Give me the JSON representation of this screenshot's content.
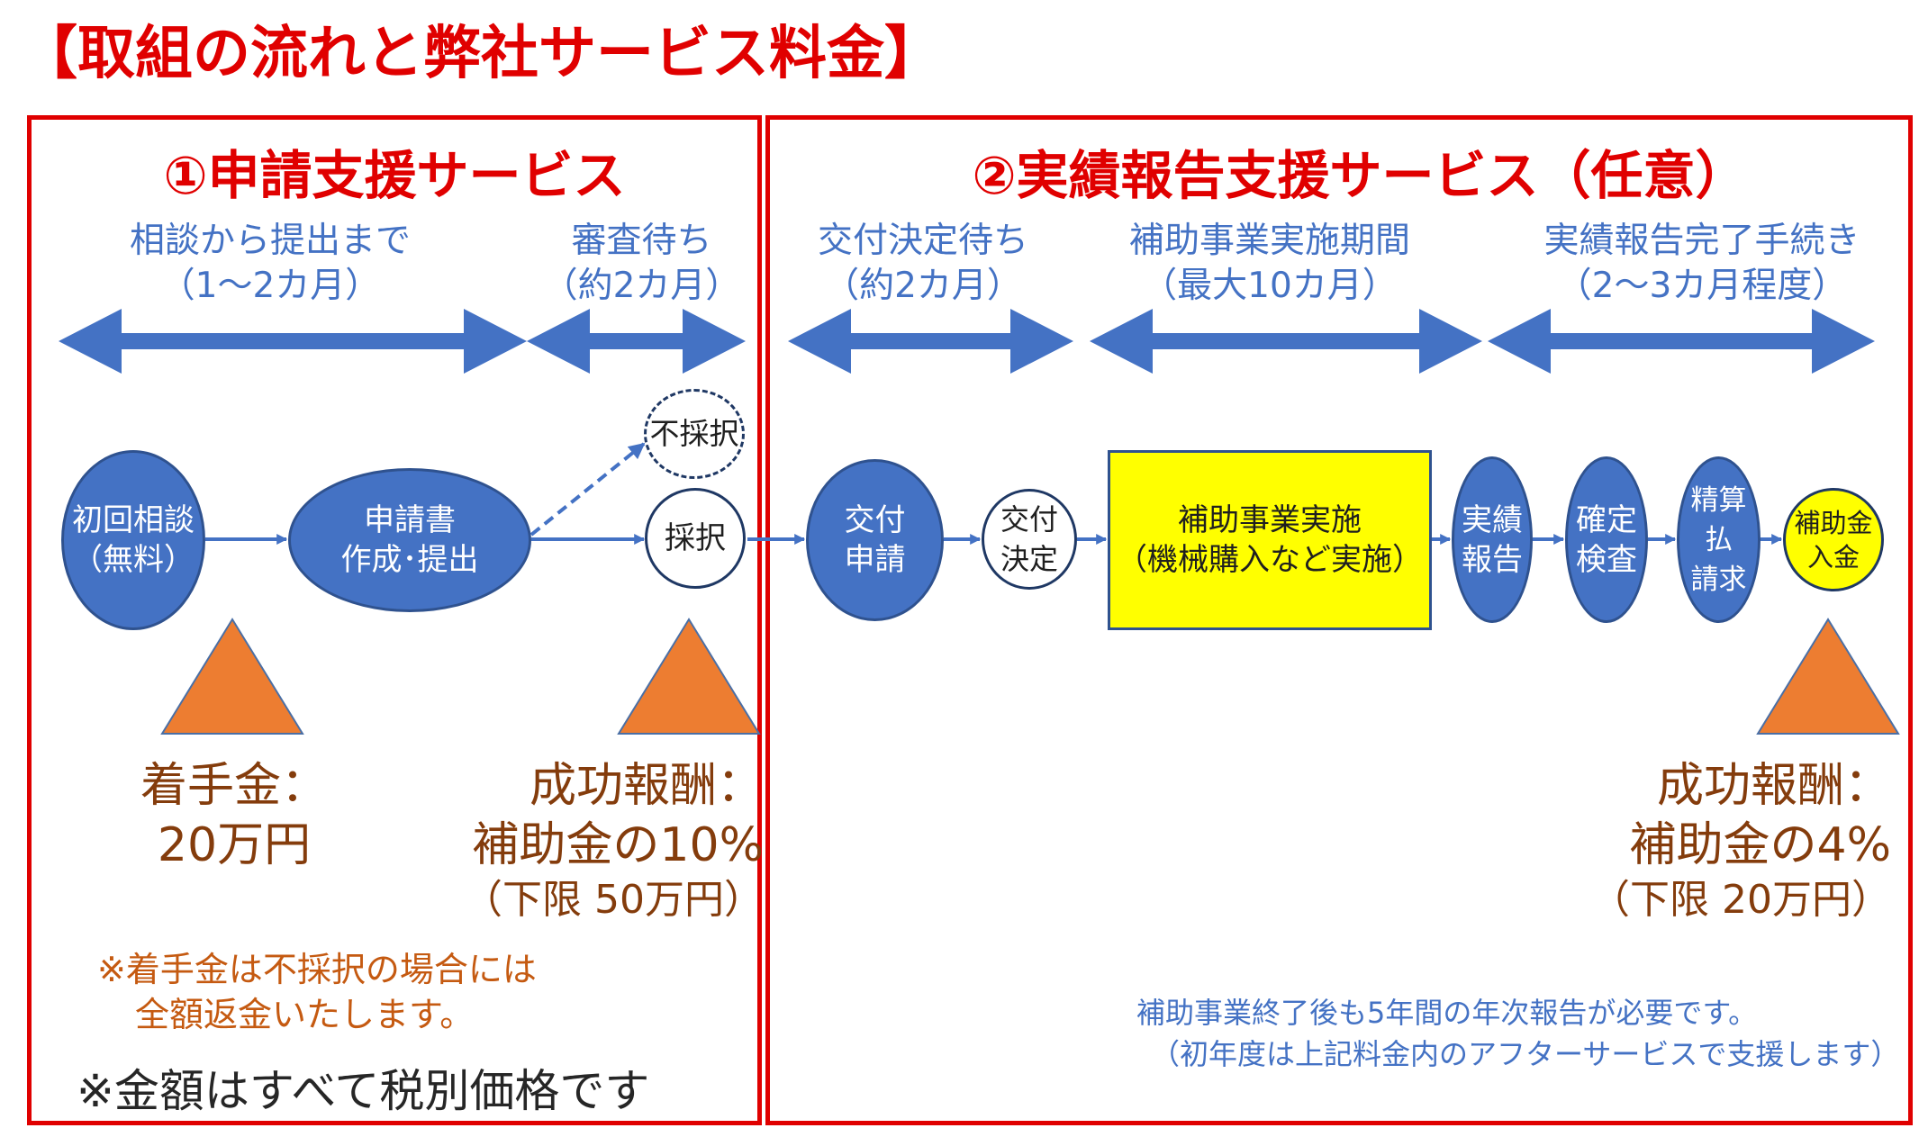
{
  "title": "【取組の流れと弊社サービス料金】",
  "section1": {
    "title": "①申請支援サービス"
  },
  "section2": {
    "title": "②実績報告支援サービス（任意）"
  },
  "phases": [
    {
      "line1": "相談から提出まで",
      "line2": "（1～2カ月）"
    },
    {
      "line1": "審査待ち",
      "line2": "（約2カ月）"
    },
    {
      "line1": "交付決定待ち",
      "line2": "（約2カ月）"
    },
    {
      "line1": "補助事業実施期間",
      "line2": "（最大10カ月）"
    },
    {
      "line1": "実績報告完了手続き",
      "line2": "（2～3カ月程度）"
    }
  ],
  "nodes": {
    "initial": {
      "line1": "初回相談",
      "line2": "（無料）"
    },
    "application": {
      "line1": "申請書",
      "line2": "作成･提出"
    },
    "rejected": "不採択",
    "accepted": "採択",
    "grant_app": {
      "line1": "交付",
      "line2": "申請"
    },
    "grant_decision": {
      "line1": "交付",
      "line2": "決定"
    },
    "implementation": {
      "line1": "補助事業実施",
      "line2": "（機械購入など実施）"
    },
    "report": {
      "line1": "実績",
      "line2": "報告"
    },
    "inspection": {
      "line1": "確定",
      "line2": "検査"
    },
    "claim": {
      "line1": "精算払",
      "line2": "請求"
    },
    "payment": {
      "line1": "補助金",
      "line2": "入金"
    }
  },
  "fees": {
    "retainer": {
      "label": "着手金：",
      "amount": "20万円"
    },
    "success1": {
      "label": "成功報酬：",
      "amount": "補助金の10%",
      "minimum": "（下限 50万円）"
    },
    "success2": {
      "label": "成功報酬：",
      "amount": "補助金の4%",
      "minimum": "（下限 20万円）"
    }
  },
  "notes": {
    "refund_line1": "※着手金は不採択の場合には",
    "refund_line2": "全額返金いたします。",
    "tax": "※金額はすべて税別価格です",
    "annual_line1": "補助事業終了後も5年間の年次報告が必要です。",
    "annual_line2": "（初年度は上記料金内のアフターサービスで支援します）"
  },
  "colors": {
    "red": "#e00000",
    "blue": "#4472c4",
    "orange": "#ed7d31",
    "yellow": "#ffff00",
    "brown": "#843c0c"
  }
}
